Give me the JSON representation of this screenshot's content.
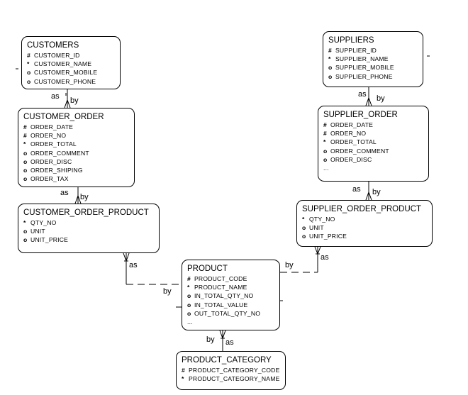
{
  "diagram": {
    "type": "entity-relationship",
    "entities": [
      {
        "id": "customers",
        "name": "CUSTOMERS",
        "attributes": [
          {
            "mark": "#",
            "name": "CUSTOMER_ID"
          },
          {
            "mark": "*",
            "name": "CUSTOMER_NAME"
          },
          {
            "mark": "o",
            "name": "CUSTOMER_MOBILE"
          },
          {
            "mark": "o",
            "name": "CUSTOMER_PHONE"
          }
        ]
      },
      {
        "id": "customer_order",
        "name": "CUSTOMER_ORDER",
        "attributes": [
          {
            "mark": "#",
            "name": "ORDER_DATE"
          },
          {
            "mark": "#",
            "name": "ORDER_NO"
          },
          {
            "mark": "*",
            "name": "ORDER_TOTAL"
          },
          {
            "mark": "o",
            "name": "ORDER_COMMENT"
          },
          {
            "mark": "o",
            "name": "ORDER_DISC"
          },
          {
            "mark": "o",
            "name": "ORDER_SHIPING"
          },
          {
            "mark": "o",
            "name": "ORDER_TAX"
          }
        ]
      },
      {
        "id": "customer_order_product",
        "name": "CUSTOMER_ORDER_PRODUCT",
        "attributes": [
          {
            "mark": "*",
            "name": "QTY_NO"
          },
          {
            "mark": "o",
            "name": "UNIT"
          },
          {
            "mark": "o",
            "name": "UNIT_PRICE"
          }
        ]
      },
      {
        "id": "suppliers",
        "name": "SUPPLIERS",
        "attributes": [
          {
            "mark": "#",
            "name": "SUPPLIER_ID"
          },
          {
            "mark": "*",
            "name": "SUPPLIER_NAME"
          },
          {
            "mark": "o",
            "name": "SUPPLIER_MOBILE"
          },
          {
            "mark": "o",
            "name": "SUPPLIER_PHONE"
          }
        ]
      },
      {
        "id": "supplier_order",
        "name": "SUPPLIER_ORDER",
        "attributes": [
          {
            "mark": "#",
            "name": "ORDER_DATE"
          },
          {
            "mark": "#",
            "name": "ORDER_NO"
          },
          {
            "mark": "*",
            "name": "ORDER_TOTAL"
          },
          {
            "mark": "o",
            "name": "ORDER_COMMENT"
          },
          {
            "mark": "o",
            "name": "ORDER_DISC"
          },
          {
            "mark": "",
            "name": "..."
          }
        ]
      },
      {
        "id": "supplier_order_product",
        "name": "SUPPLIER_ORDER_PRODUCT",
        "attributes": [
          {
            "mark": "*",
            "name": "QTY_NO"
          },
          {
            "mark": "o",
            "name": "UNIT"
          },
          {
            "mark": "o",
            "name": "UNIT_PRICE"
          }
        ]
      },
      {
        "id": "product",
        "name": "PRODUCT",
        "attributes": [
          {
            "mark": "#",
            "name": "PRODUCT_CODE"
          },
          {
            "mark": "*",
            "name": "PRODUCT_NAME"
          },
          {
            "mark": "o",
            "name": "IN_TOTAL_QTY_NO"
          },
          {
            "mark": "o",
            "name": "IN_TOTAL_VALUE"
          },
          {
            "mark": "o",
            "name": "OUT_TOTAL_QTY_NO"
          },
          {
            "mark": "",
            "name": "..."
          }
        ]
      },
      {
        "id": "product_category",
        "name": "PRODUCT_CATEGORY",
        "attributes": [
          {
            "mark": "#",
            "name": "PRODUCT_CATEGORY_CODE"
          },
          {
            "mark": "*",
            "name": "PRODUCT_CATEGORY_NAME"
          }
        ]
      }
    ],
    "relationships": [
      {
        "from": "customers",
        "to": "customer_order",
        "from_label": "as",
        "to_label": "by"
      },
      {
        "from": "customer_order",
        "to": "customer_order_product",
        "from_label": "as",
        "to_label": "by"
      },
      {
        "from": "suppliers",
        "to": "supplier_order",
        "from_label": "as",
        "to_label": "by"
      },
      {
        "from": "supplier_order",
        "to": "supplier_order_product",
        "from_label": "as",
        "to_label": "by"
      },
      {
        "from": "product",
        "to": "customer_order_product",
        "from_label": "by",
        "to_label": "as"
      },
      {
        "from": "product",
        "to": "supplier_order_product",
        "from_label": "by",
        "to_label": "as"
      },
      {
        "from": "product_category",
        "to": "product",
        "from_label": "by",
        "to_label": "as"
      }
    ]
  }
}
